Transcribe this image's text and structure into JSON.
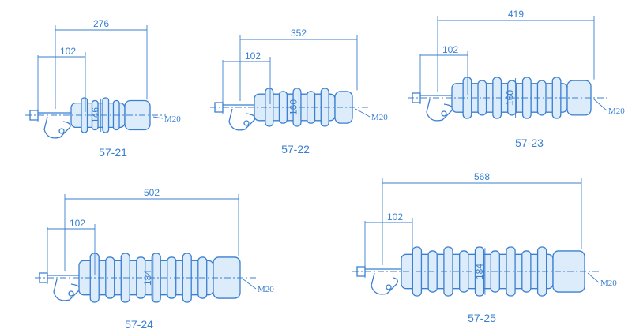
{
  "insulators": [
    {
      "id": "57-21",
      "overall": "276",
      "offset": "102",
      "diameter": "146",
      "thread": "M20"
    },
    {
      "id": "57-22",
      "overall": "352",
      "offset": "102",
      "diameter": "160",
      "thread": "M20"
    },
    {
      "id": "57-23",
      "overall": "419",
      "offset": "102",
      "diameter": "160",
      "thread": "M20"
    },
    {
      "id": "57-24",
      "overall": "502",
      "offset": "102",
      "diameter": "184",
      "thread": "M20"
    },
    {
      "id": "57-25",
      "overall": "568",
      "offset": "102",
      "diameter": "184",
      "thread": "M20"
    }
  ],
  "colors": {
    "ink": "#3a7fd0",
    "body_fill": "#dcecfb"
  }
}
